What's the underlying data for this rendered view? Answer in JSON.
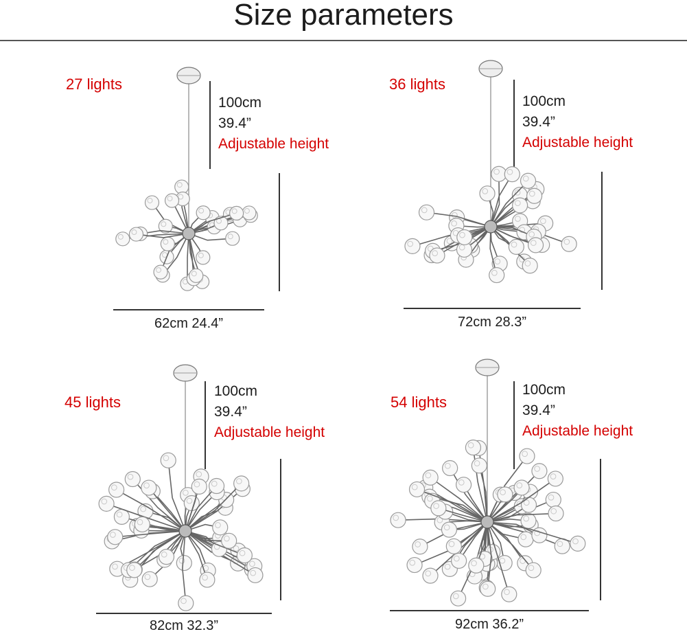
{
  "title": "Size parameters",
  "panels": [
    {
      "lights": "27 lights",
      "height_cm": "100cm",
      "height_in": "39.4”",
      "adjustable": "Adjustable height",
      "width": "62cm 24.4”"
    },
    {
      "lights": "36 lights",
      "height_cm": "100cm",
      "height_in": "39.4”",
      "adjustable": "Adjustable height",
      "width": "72cm 28.3”"
    },
    {
      "lights": "45 lights",
      "height_cm": "100cm",
      "height_in": "39.4”",
      "adjustable": "Adjustable height",
      "width": "82cm 32.3”"
    },
    {
      "lights": "54 lights",
      "height_cm": "100cm",
      "height_in": "39.4”",
      "adjustable": "Adjustable height",
      "width": "92cm 36.2”"
    }
  ],
  "colors": {
    "accent": "#d40000",
    "text": "#1c1c1c",
    "line": "#333333"
  }
}
